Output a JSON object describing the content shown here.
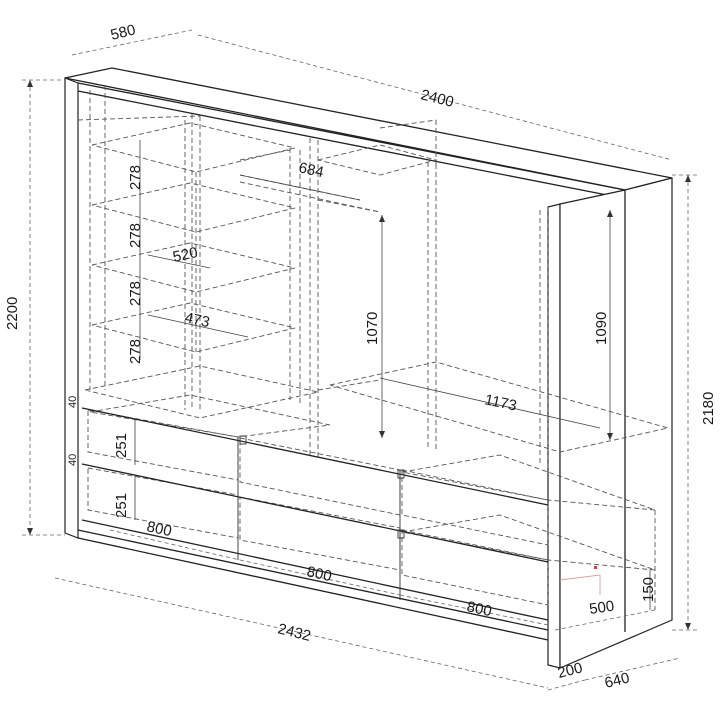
{
  "dimensions": {
    "depth_top": "580",
    "width_top": "2400",
    "height_total": "2200",
    "height_right": "2180",
    "shelf_spacing": [
      "278",
      "278",
      "278",
      "278"
    ],
    "inner_width_shelf": "684",
    "shelf_depth_a": "520",
    "shelf_depth_b": "473",
    "rod_height_mid": "1070",
    "rod_height_right": "1090",
    "inner_width_right": "1173",
    "plinth_a": "40",
    "plinth_b": "40",
    "drawer_height_a": "251",
    "drawer_height_b": "251",
    "drawer_width_left": "800",
    "drawer_width_mid": "800",
    "drawer_width_right": "800",
    "drawer_depth": "500",
    "drawer_front_height": "150",
    "width_bottom": "2432",
    "door_offset": "200",
    "depth_bottom": "640"
  }
}
